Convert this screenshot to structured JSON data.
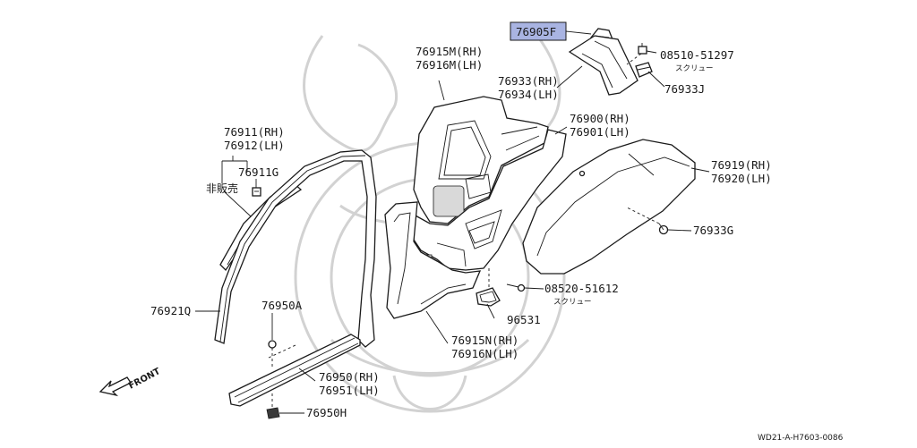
{
  "labels": {
    "p76905f": "76905F",
    "p08510_51297": "08510-51297",
    "p08510_sub": "スクリュー",
    "p76933j": "76933J",
    "p76933rh": "76933(RH)",
    "p76934lh": "76934(LH)",
    "p76915mrh": "76915M(RH)",
    "p76916mlh": "76916M(LH)",
    "p76900rh": "76900(RH)",
    "p76901lh": "76901(LH)",
    "p76911rh": "76911(RH)",
    "p76912lh": "76912(LH)",
    "p76911g": "76911G",
    "hihanbai": "非販売",
    "p76919rh": "76919(RH)",
    "p76920lh": "76920(LH)",
    "p76933g": "76933G",
    "p08520_51612": "08520-51612",
    "p08520_sub": "スクリュー",
    "p96531": "96531",
    "p76921q": "76921Q",
    "p76950a": "76950A",
    "p76915nrh": "76915N(RH)",
    "p76916nlh": "76916N(LH)",
    "p76950rh": "76950(RH)",
    "p76951lh": "76951(LH)",
    "p76950h": "76950H",
    "front": "FRONT",
    "ref_code": "WD21-A-H7603-0086"
  },
  "colors": {
    "highlight": "#a9b4e2",
    "line": "#1a1a1a",
    "watermark": "#d2d2d2"
  },
  "icons": {
    "front_arrow": "front-arrow-icon",
    "watermark": "samurai-helmet-watermark"
  }
}
